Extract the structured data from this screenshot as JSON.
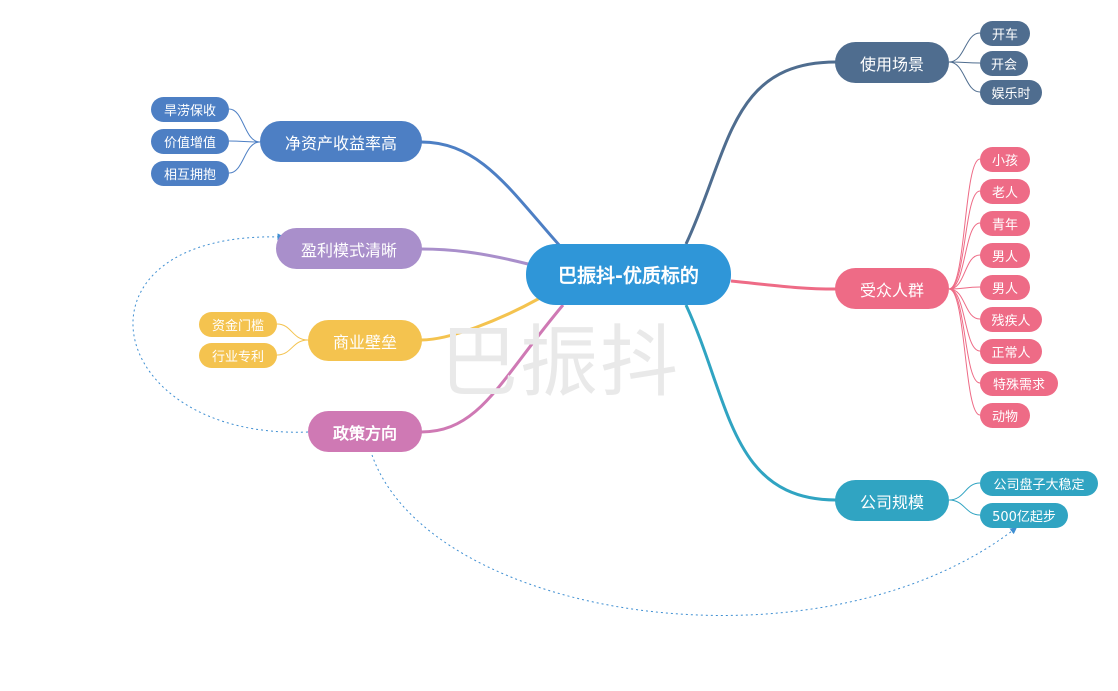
{
  "watermark": "巴振抖",
  "colors": {
    "root": "#2f96d8",
    "usage": "#4f6d8f",
    "audience": "#ee6b86",
    "scale": "#30a4c2",
    "roe": "#4d7fc4",
    "profit": "#a98fcb",
    "moat": "#f4c34f",
    "policy": "#cf79b4",
    "link": "#3f8fd2"
  },
  "root": {
    "label": "巴振抖-优质标的"
  },
  "right_branches": [
    {
      "key": "usage",
      "label": "使用场景",
      "children": [
        "开车",
        "开会",
        "娱乐时"
      ]
    },
    {
      "key": "audience",
      "label": "受众人群",
      "children": [
        "小孩",
        "老人",
        "青年",
        "男人",
        "男人",
        "残疾人",
        "正常人",
        "特殊需求",
        "动物"
      ]
    },
    {
      "key": "scale",
      "label": "公司规模",
      "children": [
        "公司盘子大稳定",
        "500亿起步"
      ]
    }
  ],
  "left_branches": [
    {
      "key": "roe",
      "label": "净资产收益率高",
      "children": [
        "旱涝保收",
        "价值增值",
        "相互拥抱"
      ]
    },
    {
      "key": "profit",
      "label": "盈利模式清晰",
      "children": []
    },
    {
      "key": "moat",
      "label": "商业壁垒",
      "children": [
        "资金门槛",
        "行业专利"
      ]
    },
    {
      "key": "policy",
      "label": "政策方向",
      "children": []
    }
  ]
}
